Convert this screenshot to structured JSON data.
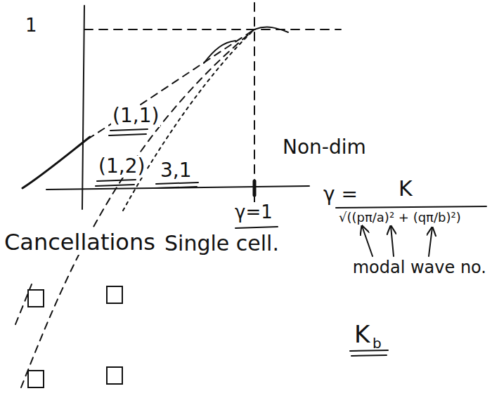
{
  "diagram": {
    "labels": [
      "1",
      "(1,1)",
      "(1,2)",
      "3,1",
      "Non-dim",
      "γ=1",
      "γ =",
      "K",
      "√((pπ/a)² + (qπ/b)²)",
      "modal wave no.",
      "Cancellations",
      "Single cell.",
      "K",
      "b"
    ]
  }
}
